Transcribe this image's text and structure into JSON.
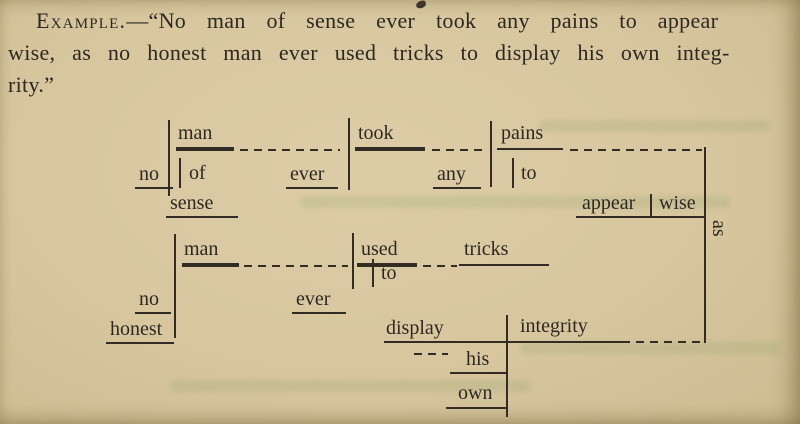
{
  "page": {
    "background": "#d7c69e",
    "ink": "#2e2822",
    "line_color": "#332c24"
  },
  "paragraph": {
    "label": "Example.",
    "line1_rest": "—“No man of sense ever took any pains to appear",
    "line2": "wise, as no honest man ever used tricks to display his own integ-",
    "line3": "rity.”"
  },
  "diagram": {
    "clause1": {
      "subject": "man",
      "det": "no",
      "prep": "of",
      "prep_object": "sense",
      "verb": "took",
      "adverb": "ever",
      "object": "pains",
      "object_det": "any",
      "inf_to": "to",
      "inf_verb": "appear",
      "complement": "wise"
    },
    "clause2": {
      "subject": "man",
      "det": "no",
      "adj": "honest",
      "verb": "used",
      "adverb": "ever",
      "object": "tricks",
      "inf_to": "to",
      "inf_verb": "display",
      "inf_object": "integrity",
      "poss": "his",
      "adj2": "own"
    },
    "conjunction": "as"
  }
}
